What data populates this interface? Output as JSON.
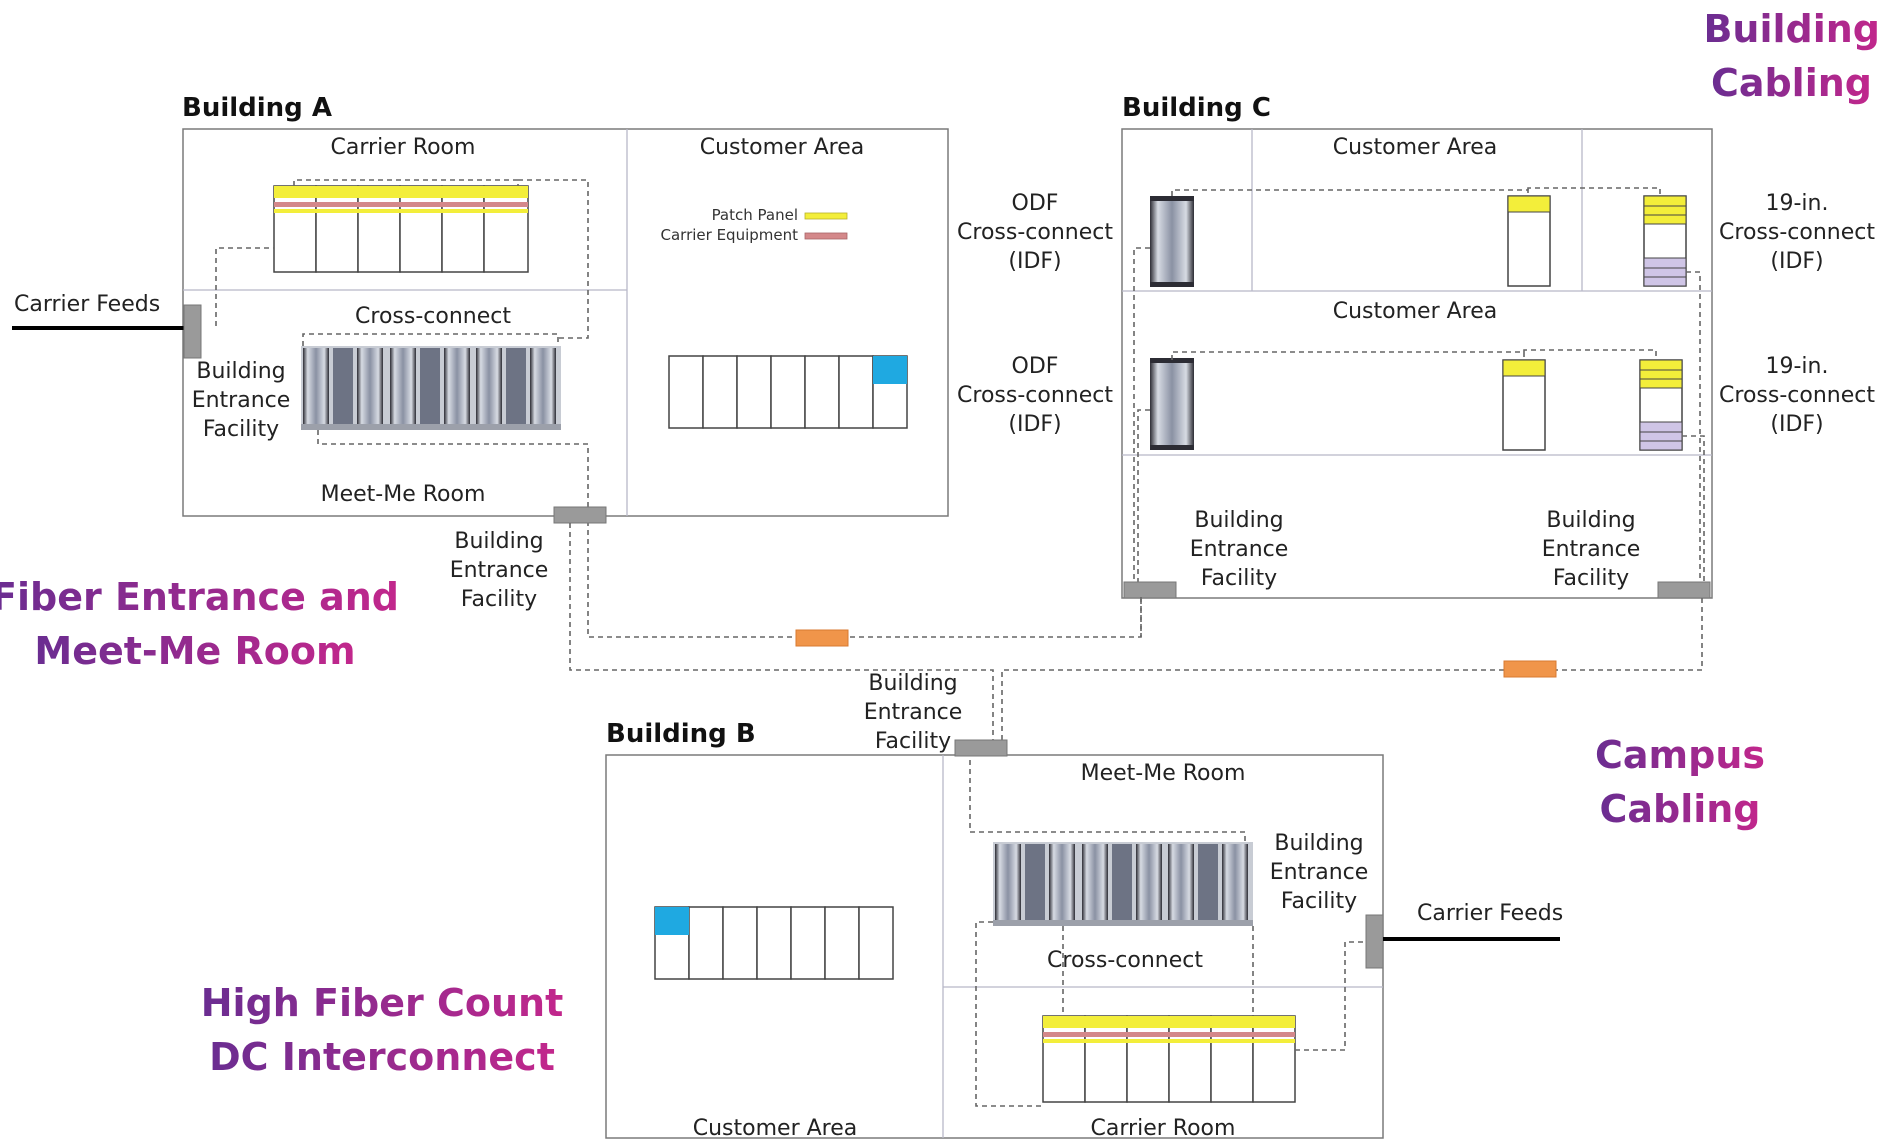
{
  "colors": {
    "patch_panel": "#f3ee3a",
    "carrier_equipment": "#d4888a",
    "customer_highlight": "#1fa9e1",
    "building_entrance_connector": "#9a9a9a",
    "campus_splice": "#f0954a",
    "heading_gradient_start": "#6a2d91",
    "heading_gradient_end": "#c2278c"
  },
  "building_a": {
    "title": "Building A",
    "carrier_room": "Carrier Room",
    "customer_area": "Customer Area",
    "cross_connect": "Cross-connect",
    "meet_me_room": "Meet-Me Room",
    "entrance_left": [
      "Building",
      "Entrance",
      "Facility"
    ],
    "entrance_bottom": [
      "Building",
      "Entrance",
      "Facility"
    ],
    "carrier_feeds": "Carrier Feeds",
    "legend": {
      "patch_panel": "Patch Panel",
      "carrier_equipment": "Carrier Equipment"
    }
  },
  "building_b": {
    "title": "Building B",
    "meet_me_room": "Meet-Me Room",
    "cross_connect": "Cross-connect",
    "customer_area": "Customer Area",
    "carrier_room": "Carrier Room",
    "entrance_top": [
      "Building",
      "Entrance",
      "Facility"
    ],
    "entrance_right": [
      "Building",
      "Entrance",
      "Facility"
    ],
    "carrier_feeds": "Carrier Feeds"
  },
  "building_c": {
    "title": "Building C",
    "customer_area_1": "Customer Area",
    "customer_area_2": "Customer Area",
    "odf_1": [
      "ODF",
      "Cross-connect",
      "(IDF)"
    ],
    "odf_2": [
      "ODF",
      "Cross-connect",
      "(IDF)"
    ],
    "cc19_1": [
      "19-in.",
      "Cross-connect",
      "(IDF)"
    ],
    "cc19_2": [
      "19-in.",
      "Cross-connect",
      "(IDF)"
    ],
    "entrance_left": [
      "Building",
      "Entrance",
      "Facility"
    ],
    "entrance_right": [
      "Building",
      "Entrance",
      "Facility"
    ]
  },
  "headings": {
    "building_cabling": [
      "Building",
      "Cabling"
    ],
    "fiber_entrance": [
      "Fiber Entrance and",
      "Meet-Me Room"
    ],
    "campus_cabling": [
      "Campus",
      "Cabling"
    ],
    "high_fiber": [
      "High Fiber Count",
      "DC Interconnect"
    ]
  }
}
